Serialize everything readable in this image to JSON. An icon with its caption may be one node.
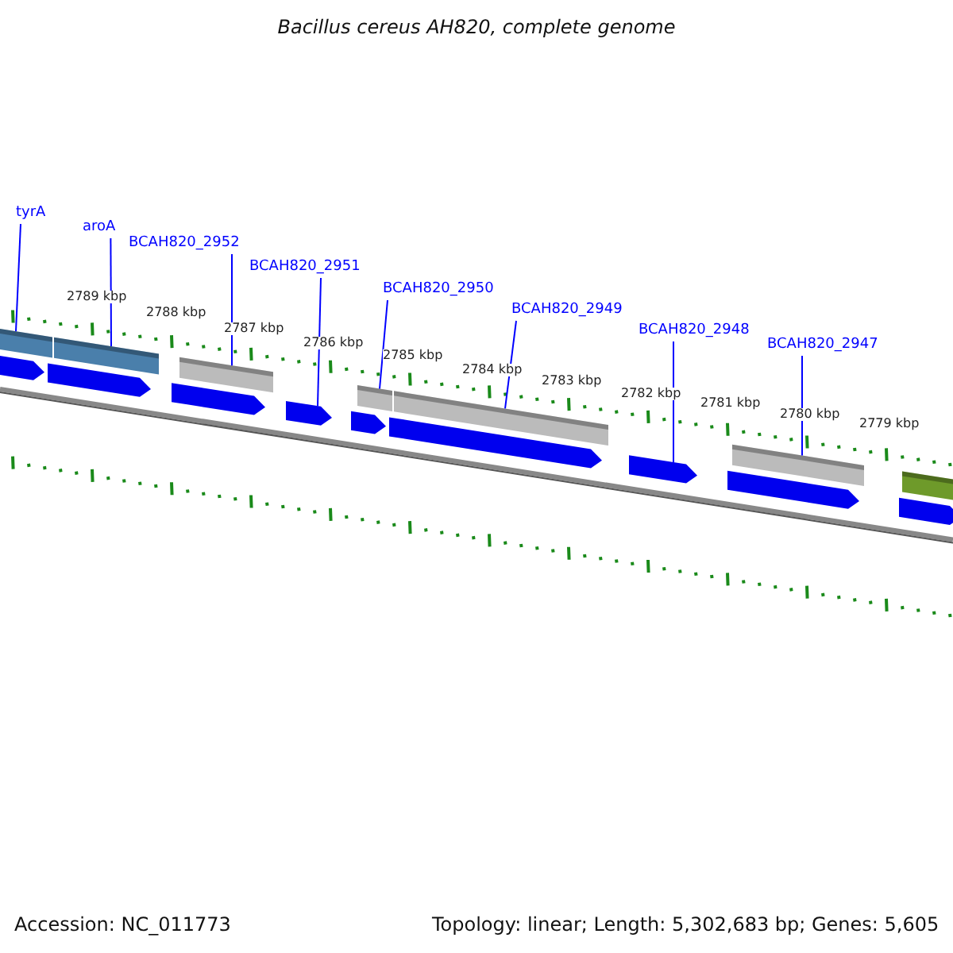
{
  "diagram": {
    "title": "Bacillus cereus AH820, complete genome",
    "nodes": [
      {
        "text": [
          "tyrA"
        ]
      },
      {
        "text": [
          "aroA"
        ]
      },
      {
        "text": [
          "BCAH820_2952"
        ]
      },
      {
        "text": [
          "BCAH820_2951"
        ]
      },
      {
        "text": [
          "BCAH820_2950"
        ]
      },
      {
        "text": [
          "BCAH820_2949"
        ]
      },
      {
        "text": [
          "BCAH820_2948"
        ]
      },
      {
        "text": [
          "BCAH820_2947"
        ]
      },
      {
        "text": [],
        "shape": "bar"
      },
      {
        "text": [],
        "shape": "arrow"
      },
      {
        "text": [],
        "shape": "arrow"
      },
      {
        "text": [],
        "shape": "bar"
      },
      {
        "text": [],
        "shape": "arrow"
      },
      {
        "text": [],
        "shape": "bar"
      },
      {
        "text": [],
        "shape": "arrow"
      },
      {
        "text": [],
        "shape": "arrow"
      },
      {
        "text": [],
        "shape": "bar"
      },
      {
        "text": [],
        "shape": "arrow"
      },
      {
        "text": [],
        "shape": "bar"
      },
      {
        "text": [],
        "shape": "arrow"
      },
      {
        "text": [],
        "shape": "arrow"
      },
      {
        "text": [],
        "shape": "bar"
      },
      {
        "text": [],
        "shape": "arrow"
      },
      {
        "text": [],
        "shape": "bar"
      }
    ],
    "edges": [
      {
        "from": 0,
        "to": 8,
        "arrow": "none"
      },
      {
        "from": 1,
        "to": 11,
        "arrow": "none"
      },
      {
        "from": 2,
        "to": 13,
        "arrow": "none"
      },
      {
        "from": 3,
        "to": 14,
        "arrow": "none"
      },
      {
        "from": 4,
        "to": 16,
        "arrow": "none"
      },
      {
        "from": 5,
        "to": 18,
        "arrow": "none"
      },
      {
        "from": 6,
        "to": 19,
        "arrow": "none"
      },
      {
        "from": 7,
        "to": 21,
        "arrow": "none"
      }
    ],
    "labels": [
      "2789 kbp",
      "2788 kbp",
      "2787 kbp",
      "2786 kbp",
      "2785 kbp",
      "2784 kbp",
      "2783 kbp",
      "2782 kbp",
      "2781 kbp",
      "2780 kbp",
      "2779 kbp",
      "Accession: NC_011773",
      "Topology: linear; Length: 5,302,683 bp; Genes: 5,605"
    ]
  }
}
